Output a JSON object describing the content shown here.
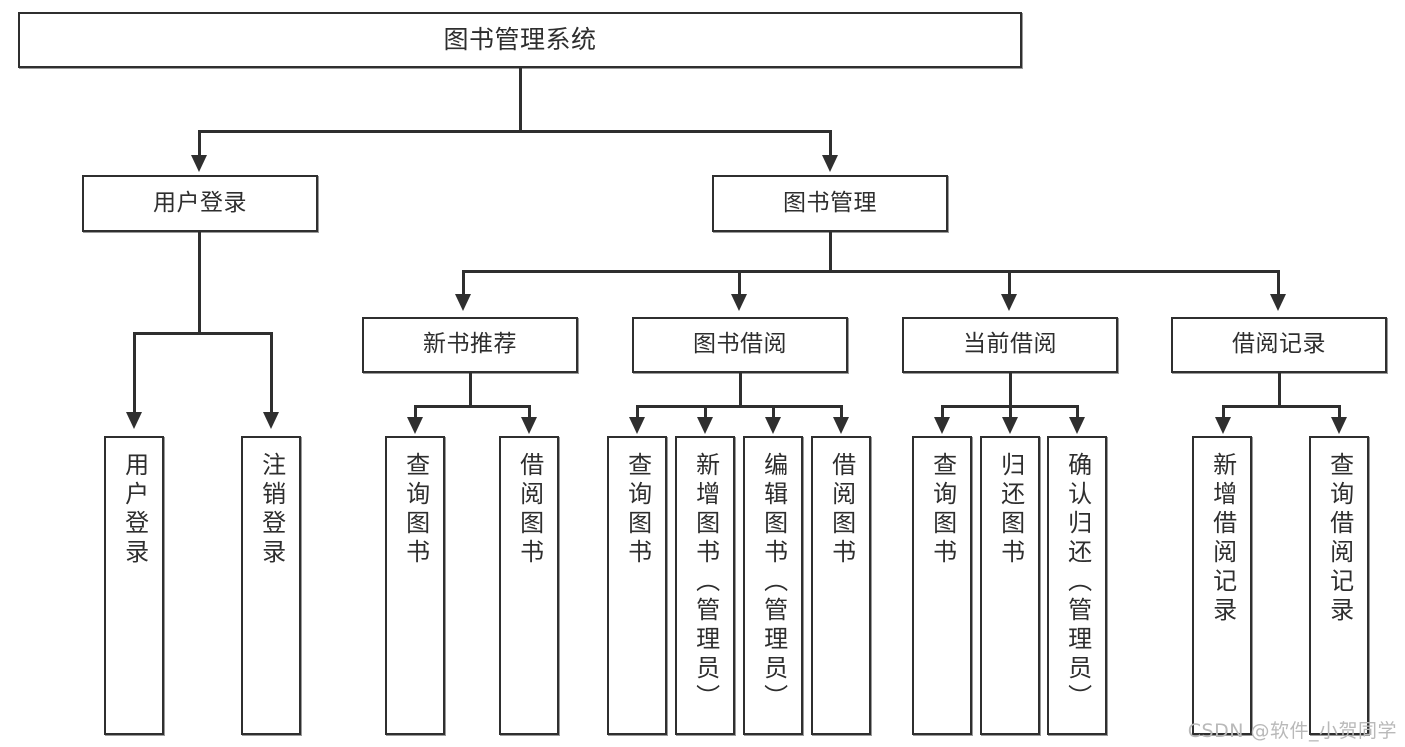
{
  "diagram": {
    "type": "tree",
    "title": "图书管理系统",
    "root": {
      "label": "图书管理系统"
    },
    "level2": [
      {
        "label": "用户登录"
      },
      {
        "label": "图书管理"
      }
    ],
    "level3": [
      {
        "label": "新书推荐"
      },
      {
        "label": "图书借阅"
      },
      {
        "label": "当前借阅"
      },
      {
        "label": "借阅记录"
      }
    ],
    "leaves": {
      "user_login": [
        {
          "label": "用户登录"
        },
        {
          "label": "注销登录"
        }
      ],
      "new_book_recommend": [
        {
          "label": "查询图书"
        },
        {
          "label": "借阅图书"
        }
      ],
      "book_borrow": [
        {
          "label": "查询图书"
        },
        {
          "label": "新增图书（管理员）"
        },
        {
          "label": "编辑图书（管理员）"
        },
        {
          "label": "借阅图书"
        }
      ],
      "current_borrow": [
        {
          "label": "查询图书"
        },
        {
          "label": "归还图书"
        },
        {
          "label": "确认归还（管理员）"
        }
      ],
      "borrow_record": [
        {
          "label": "新增借阅记录"
        },
        {
          "label": "查询借阅记录"
        }
      ]
    }
  },
  "watermark": {
    "text": "CSDN @软件_小贺同学"
  },
  "colors": {
    "background": "#ffffff",
    "box_border": "#2f2f2f",
    "box_fill": "#ffffff",
    "text": "#2e2e2e",
    "connector": "#2f2f2f",
    "watermark": "#b9b9b9"
  }
}
